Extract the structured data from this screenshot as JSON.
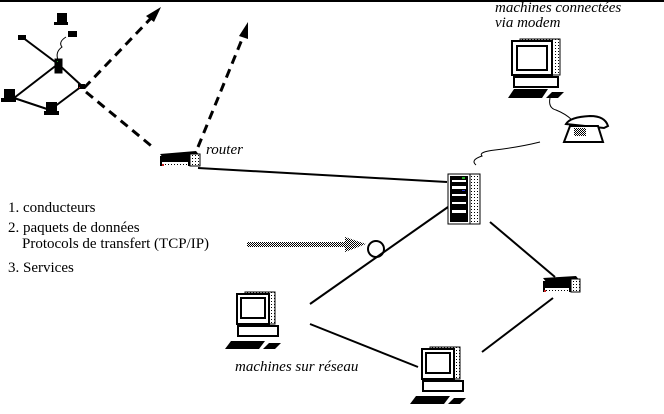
{
  "labels": {
    "router": "router",
    "modem_title_line1": "machines connectées",
    "modem_title_line2": "via modem",
    "network_machines": "machines sur réseau"
  },
  "list": {
    "item1": "1. conducteurs",
    "item2": "2. paquets de données",
    "item2_sub": "Protocols de transfert (TCP/IP)",
    "item3": "3. Services"
  },
  "colors": {
    "ink": "#000000",
    "accent_green": "#22aa22",
    "accent_blue": "#2233cc",
    "accent_red": "#cc2222"
  }
}
